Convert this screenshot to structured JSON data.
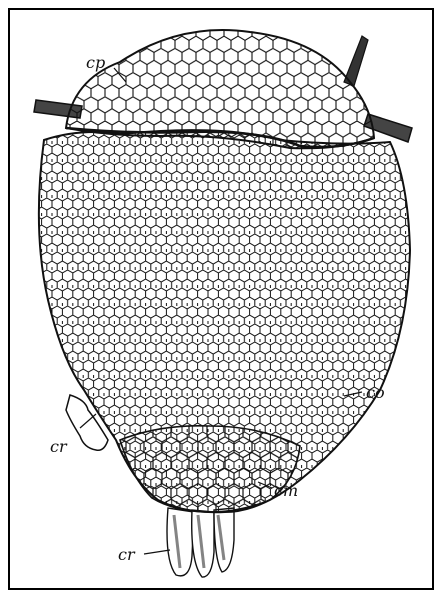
{
  "figure": {
    "labels": {
      "cp": "cp",
      "co": "co",
      "cr_left": "cr",
      "cm": "cm",
      "cr_bottom": "cr"
    },
    "colors": {
      "ink": "#111111",
      "paper": "#ffffff"
    }
  }
}
